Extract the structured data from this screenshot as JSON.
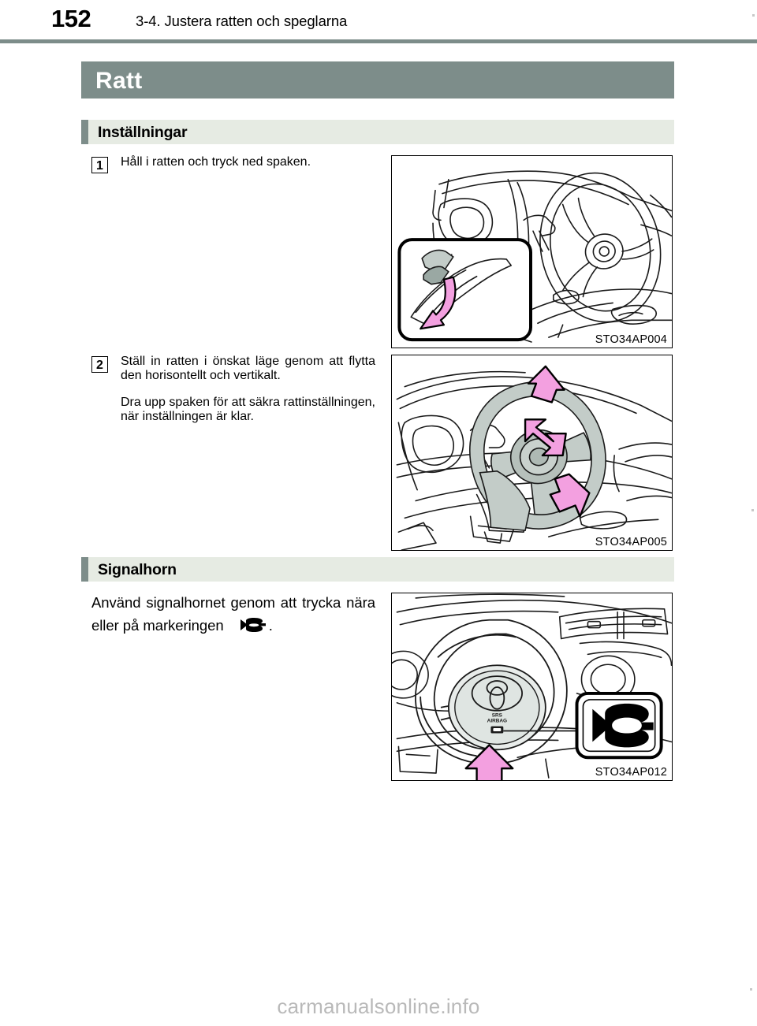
{
  "header": {
    "page_number": "152",
    "section_path": "3-4. Justera ratten och speglarna"
  },
  "title_band": {
    "title": "Ratt"
  },
  "sections": [
    {
      "id": "installningar",
      "heading": "Inställningar",
      "steps": [
        {
          "number": "1",
          "paragraphs": [
            "Håll i ratten och tryck ned spaken."
          ]
        },
        {
          "number": "2",
          "paragraphs": [
            "Ställ in ratten i önskat läge genom att flytta den horisontellt och vertikalt.",
            "Dra upp spaken för att säkra rattinställningen, när inställningen är klar."
          ]
        }
      ]
    },
    {
      "id": "signalhorn",
      "heading": "Signalhorn",
      "paragraph_before_symbol": "Använd signalhornet genom att trycka nära eller på markeringen",
      "symbol": "horn-icon",
      "paragraph_after_symbol": "."
    }
  ],
  "figures": [
    {
      "caption": "STO34AP004",
      "description": "steering-column-lever-press",
      "arrow_color": "#f3a0e0"
    },
    {
      "caption": "STO34AP005",
      "description": "steering-wheel-tilt-telescopic-adjust",
      "arrow_color": "#f3a0e0"
    },
    {
      "caption": "STO34AP012",
      "description": "steering-wheel-horn-pad",
      "arrow_color": "#f3a0e0",
      "wheel_labels": [
        "SRS",
        "AIRBAG"
      ]
    }
  ],
  "watermark": {
    "text": "carmanualsonline.info"
  },
  "colors": {
    "band": "#7d8d8a",
    "subhead_bg": "#e6ebe3",
    "accent_pink": "#f3a0e0",
    "line": "#000000"
  }
}
